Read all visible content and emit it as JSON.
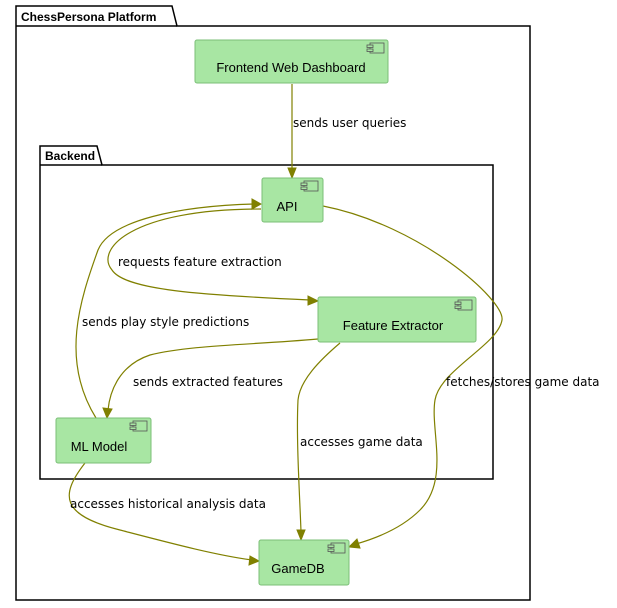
{
  "packages": {
    "outer": "ChessPersona Platform",
    "inner": "Backend"
  },
  "components": {
    "frontend": "Frontend Web Dashboard",
    "api": "API",
    "feature_extractor": "Feature Extractor",
    "ml_model": "ML Model",
    "gamedb": "GameDB"
  },
  "edges": {
    "frontend_api": "sends user queries",
    "api_feature": "requests feature extraction",
    "ml_api": "sends play style predictions",
    "feature_ml": "sends extracted features",
    "api_gamedb": "fetches/stores game data",
    "feature_gamedb": "accesses game data",
    "ml_gamedb": "accesses historical analysis data"
  },
  "colors": {
    "component_fill": "#A8E6A3",
    "component_border": "#7BBF77",
    "edge": "#808000"
  },
  "icons": {
    "component": "component-icon"
  }
}
